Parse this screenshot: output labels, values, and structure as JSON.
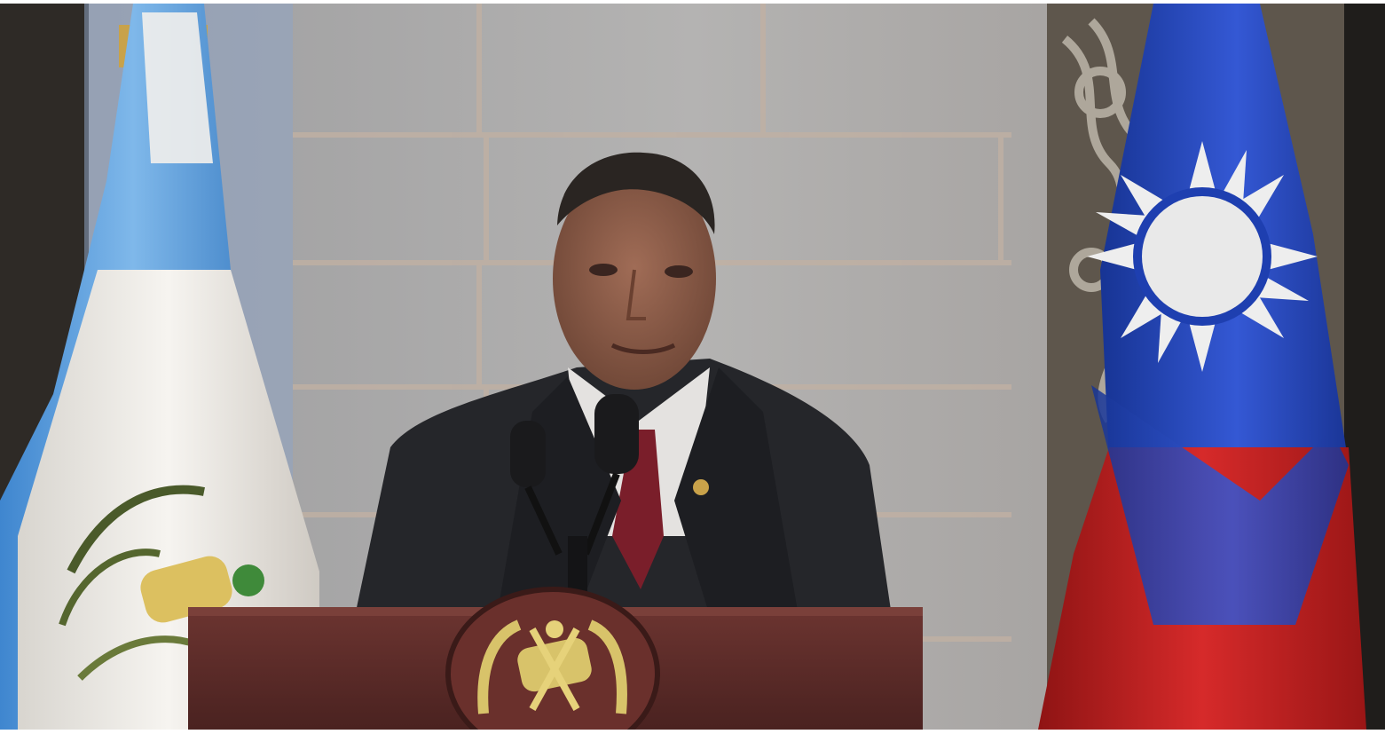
{
  "photo": {
    "description_alt": "",
    "colors": {
      "wall_stone": "#a9a8a8",
      "wall_stone_dark": "#8e8c8b",
      "mortar": "#b7a79b",
      "curtain_dark": "#2e2a26",
      "guatemala_blue": "#4c94d6",
      "guatemala_white": "#ece9e4",
      "roc_blue": "#1e3fb0",
      "roc_red": "#c41f1f",
      "roc_white": "#f2f2f2",
      "suit": "#25262a",
      "podium": "#5a2a26",
      "emblem_gold": "#d8c36a",
      "skin": "#8f5f4c"
    },
    "elements": {
      "left_flag": "guatemala-flag",
      "right_flag": "republic-of-china-flag",
      "podium_emblem": "guatemala-coat-of-arms"
    }
  }
}
